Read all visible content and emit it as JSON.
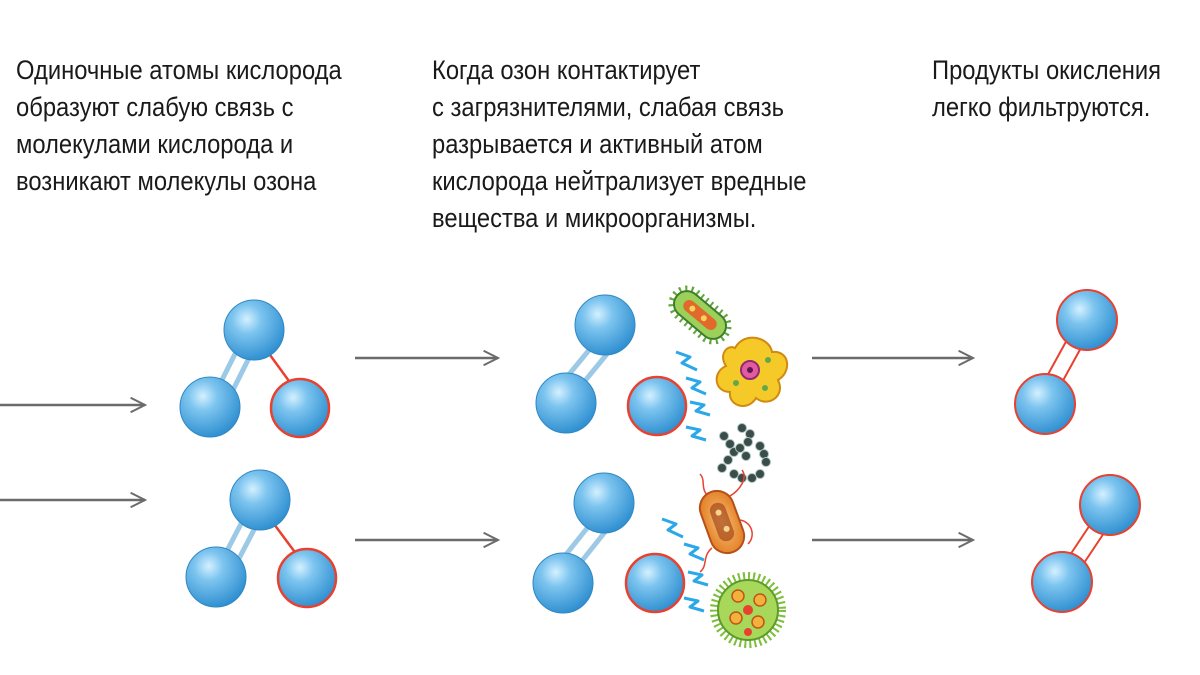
{
  "captions": {
    "step1": "Одиночные атомы кислорода\nобразуют слабую связь с\nмолекулами кислорода и\nвозникают  молекулы озона",
    "step2": "Когда озон контактирует\nс загрязнителями, слабая связь\nразрывается и активный атом\nкислорода нейтрализует вредные\nвещества и микроорганизмы.",
    "step3": "Продукты окисления\nлегко фильтруются."
  },
  "colors": {
    "atom_fill": "#4aa8e2",
    "atom_highlight": "#bfe6fb",
    "atom_outline": "#2f88c4",
    "active_atom_outline": "#e8412f",
    "bond_blue": "#9cc9e6",
    "bond_red": "#e8412f",
    "arrow": "#6b6b6b",
    "spark": "#2aa8e8"
  },
  "icons": [
    "oxygen-atom-icon",
    "active-oxygen-atom-icon",
    "bacterium-icon",
    "amoeba-icon",
    "virus-icon",
    "spark-icon",
    "arrow-icon"
  ]
}
